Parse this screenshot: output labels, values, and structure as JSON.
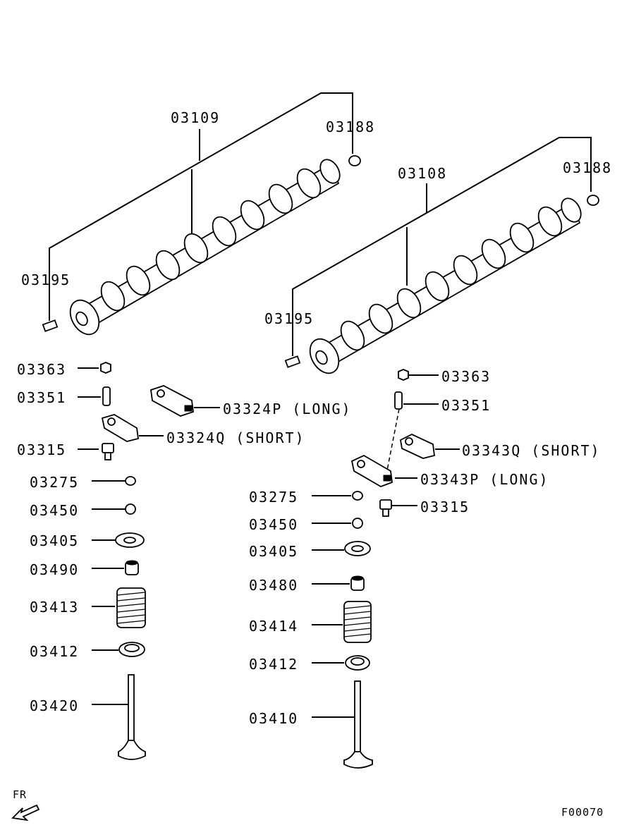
{
  "labels": {
    "cam_a": "03109",
    "cam_b": "03108",
    "plug_a": "03188",
    "plug_b": "03188",
    "pin_a": "03195",
    "pin_b": "03195",
    "nut_l": "03363",
    "nut_r": "03363",
    "adj_l": "03351",
    "adj_r": "03351",
    "rocker_long_l": "03324P (LONG)",
    "rocker_short_l": "03324Q (SHORT)",
    "rocker_short_r": "03343Q (SHORT)",
    "rocker_long_r": "03343P (LONG)",
    "bolt_l": "03315",
    "bolt_r": "03315",
    "lash_l": "03275",
    "lash_r": "03275",
    "key_l": "03450",
    "key_r": "03450",
    "retainer_l": "03405",
    "retainer_r": "03405",
    "seal_l": "03490",
    "seal_r": "03480",
    "spring_l": "03413",
    "spring_r": "03414",
    "seat_l": "03412",
    "seat_r": "03412",
    "valve_l": "03420",
    "valve_r": "03410"
  },
  "direction": "FR",
  "figure_code": "F00070"
}
